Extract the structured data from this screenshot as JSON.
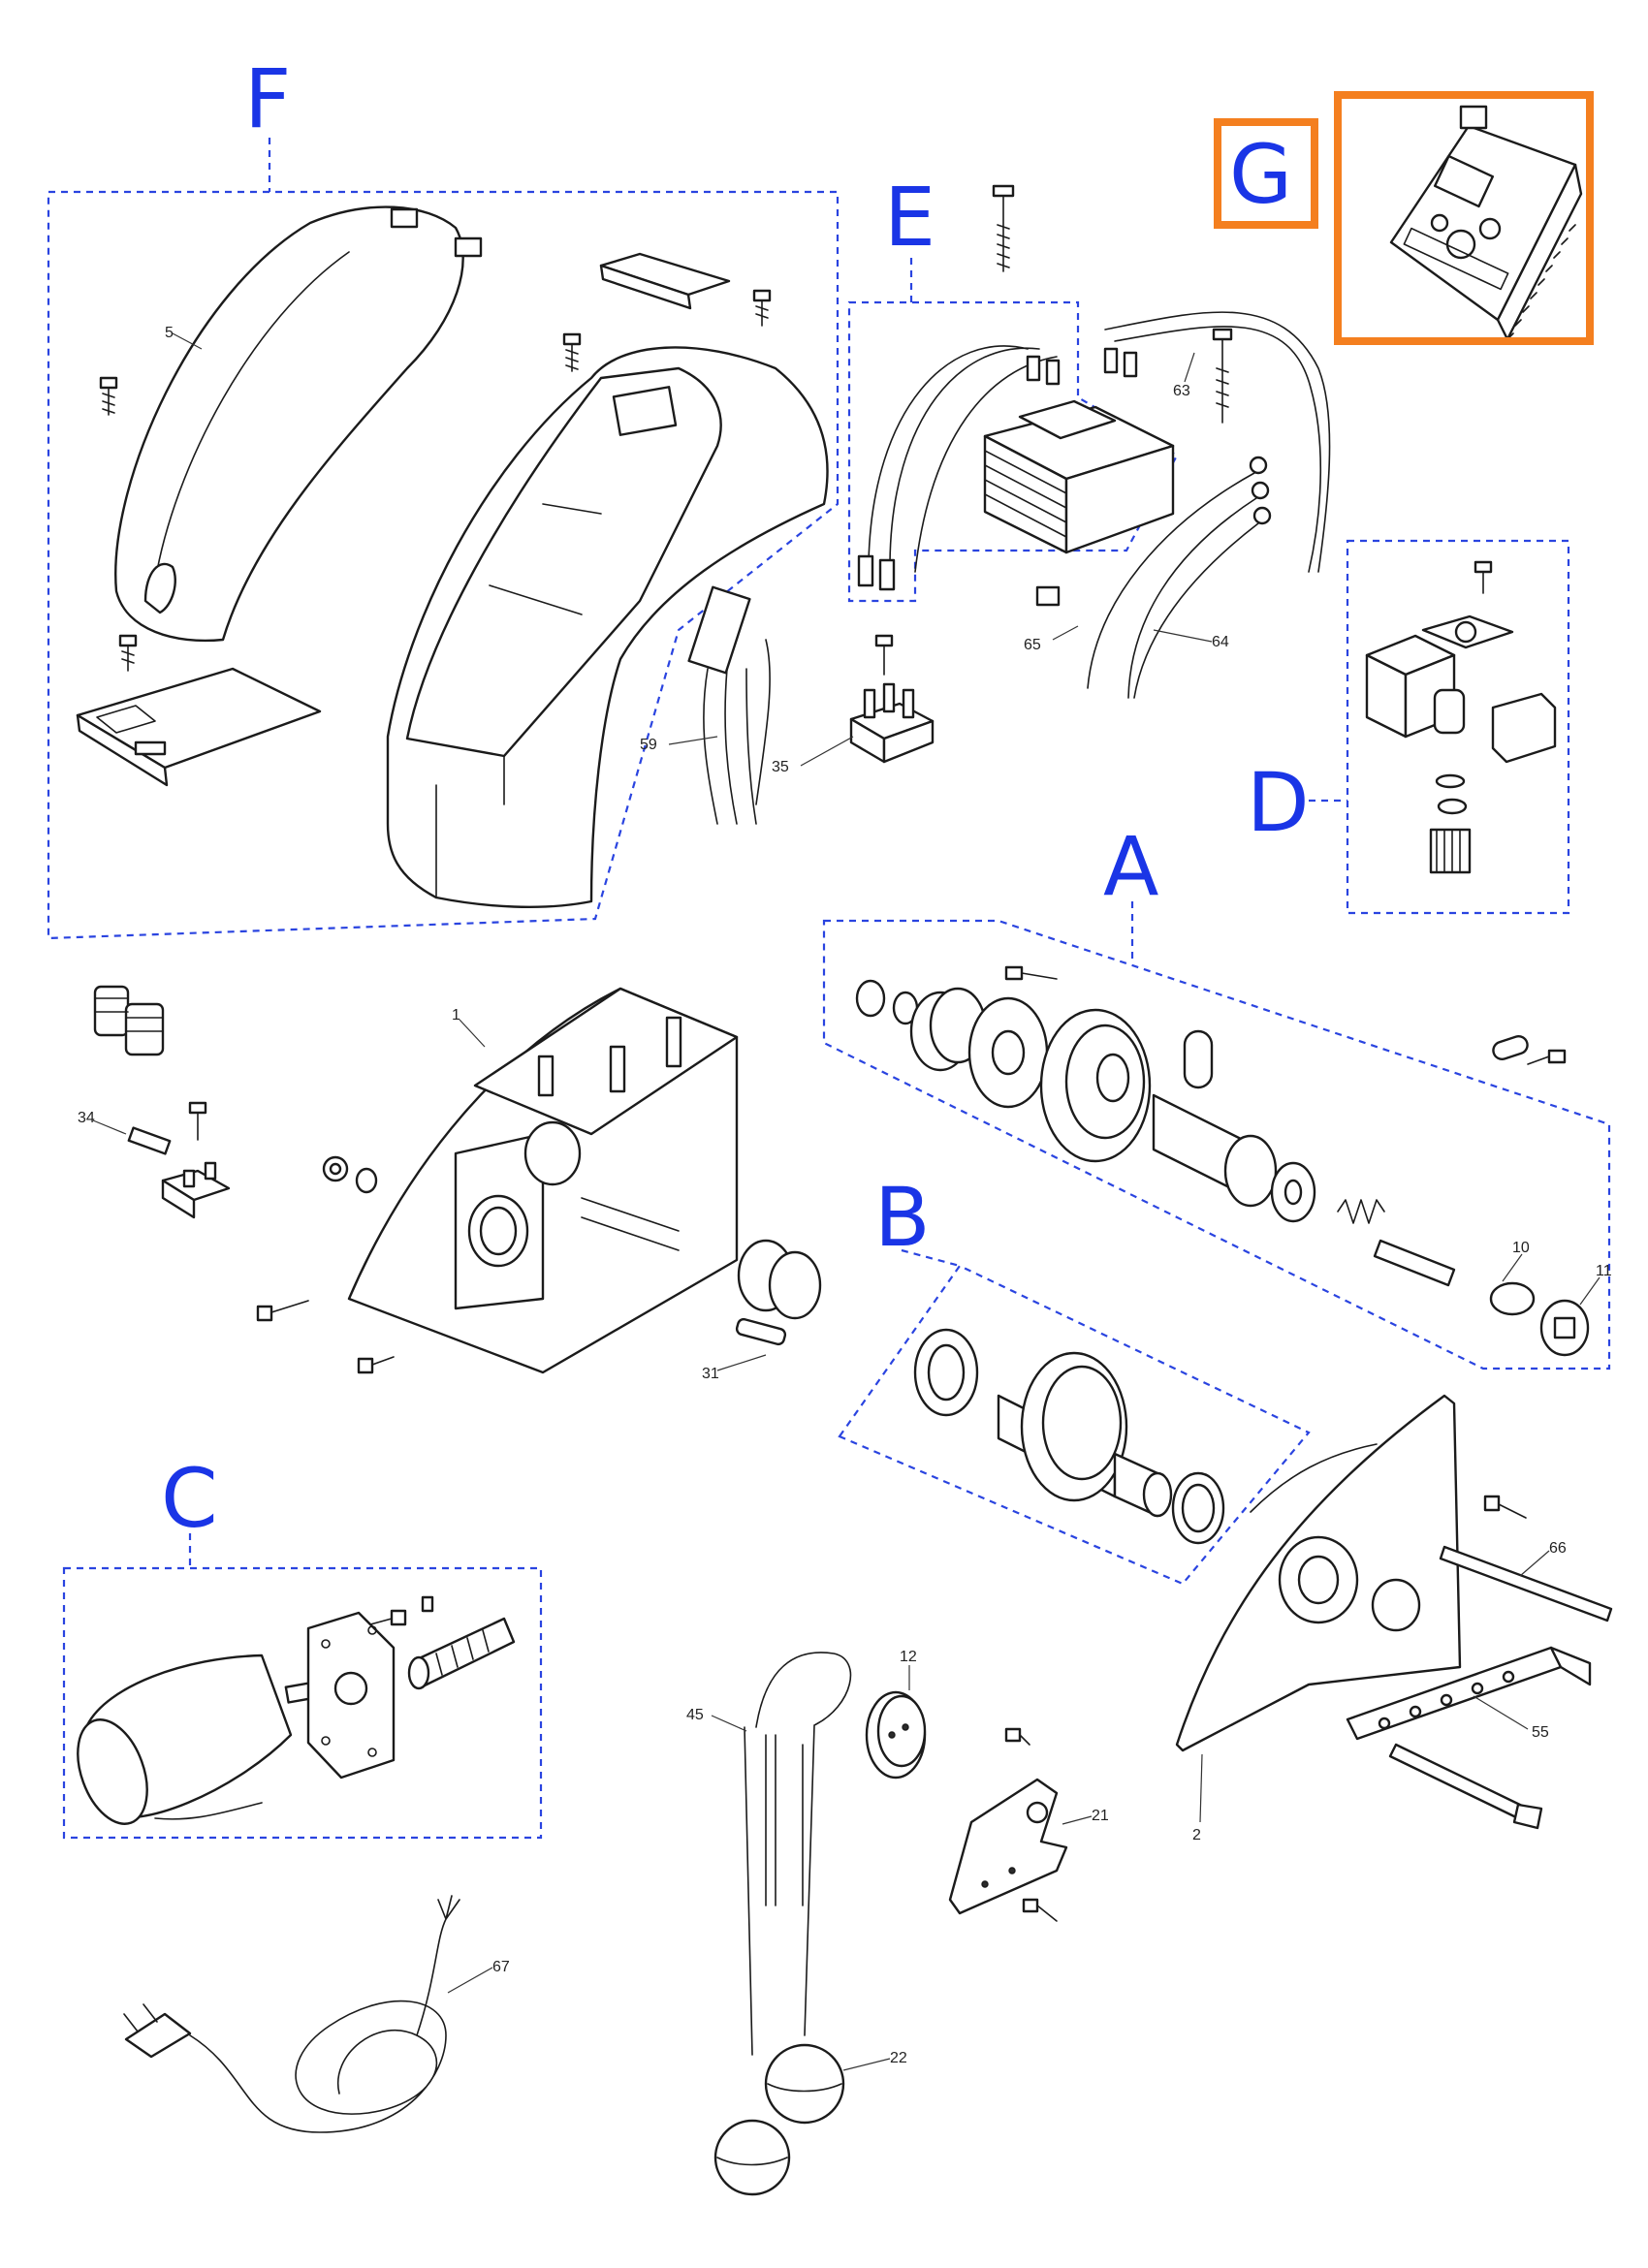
{
  "groups": {
    "A": "A",
    "B": "B",
    "C": "C",
    "D": "D",
    "E": "E",
    "F": "F",
    "G": "G"
  },
  "part_numbers": {
    "p1": "1",
    "p2": "2",
    "p5": "5",
    "p10": "10",
    "p11": "11",
    "p12": "12",
    "p21": "21",
    "p22": "22",
    "p31": "31",
    "p34": "34",
    "p35": "35",
    "p45": "45",
    "p55": "55",
    "p59": "59",
    "p63": "63",
    "p64": "64",
    "p65": "65",
    "p66": "66",
    "p67": "67"
  },
  "colors": {
    "group_label": "#1a35e6",
    "group_outline": "#2a44e0",
    "highlight": "#f47f1f",
    "ink": "#1b1b1b"
  }
}
